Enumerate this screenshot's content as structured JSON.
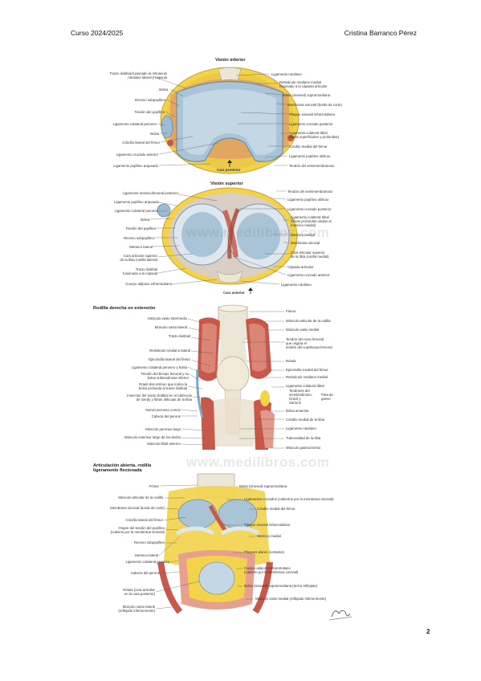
{
  "header": {
    "left": "Curso 2024/2025",
    "right": "Cristina Barranco Pérez"
  },
  "page_number": "2",
  "watermark": "www.medilibros.com",
  "fig1": {
    "title": "Visión inferior",
    "bottom_caption": "Cara posterior",
    "labels_left": [
      "Tracto iliotibial fusionado al retináculo\nrotuliano lateral y cápsula",
      "Bolsa",
      "Receso subpoplíteo",
      "Tendón del poplíteo",
      "Ligamento colateral peroneo",
      "Bolsa",
      "Cóndilo lateral del fémur",
      "Ligamento cruzado anterior",
      "Ligamento poplíteo arqueado"
    ],
    "labels_right": [
      "Ligamento rotuliano",
      "Retináculo rotuliano medial\nfusionado a la cápsula articular",
      "Bolsa (sinovial) suprarrotuliana",
      "Membrana sinovial (borde de corte)",
      "Pliegue sinovial infrarrotuliano",
      "Ligamento cruzado posterior",
      "Ligamento colateral tibial\n(fibras superficiales y profundas)",
      "Cóndilo medial del fémur",
      "Ligamento poplíteo oblicuo",
      "Tendón del semimembranoso"
    ]
  },
  "fig2": {
    "title": "Visión superior",
    "bottom_caption": "Cara anterior",
    "labels_left": [
      "Ligamento meniscofemoral posterior",
      "Ligamento poplíteo arqueado",
      "Ligamento colateral peroneo",
      "Bolsa",
      "Tendón del poplíteo",
      "Receso subpoplíteo",
      "Menisco lateral",
      "Cara articular superior\nde la tibia (carilla lateral)",
      "Tracto iliotibial\nfusionado a la cápsula",
      "Cuerpo adiposo infrarrotuliano"
    ],
    "labels_right": [
      "Tendón del semimembranoso",
      "Ligamento poplíteo oblicuo",
      "Ligamento cruzado posterior",
      "Ligamento colateral tibial\n(fibras profundas unidas al\nmenisco medial)",
      "Menisco medial",
      "Membrana sinovial",
      "Cara articular superior\nde la tibia (carilla medial)",
      "Cápsula articular",
      "Ligamento cruzado anterior",
      "Ligamento rotuliano"
    ]
  },
  "fig3": {
    "title": "Rodilla derecha en extensión",
    "labels_left": [
      "Músculo vasto intermedio",
      "Músculo vasto lateral",
      "Tracto iliotibial",
      "Retináculo rotuliano lateral",
      "Epicóndilo lateral del fémur",
      "Ligamento colateral peroneo y bolsa",
      "Tendón del bíceps femoral y su\nbolsa subtendinosa inferior",
      "Orado discontinuo que indica la\nbolsa profunda al tracto iliotibial",
      "Inserción del tracto iliotibial en el tubérculo\nde Gerdy y fibras oblicuas de la tibia",
      "Nervio peroneo común",
      "Cabeza del peroné",
      "Músculo peroneo largo",
      "Músculo extensor largo de los dedos",
      "Músculo tibial anterior"
    ],
    "labels_right": [
      "Fémur",
      "Músculo articular de la rodilla",
      "Músculo vasto medial",
      "Tendón del recto femoral\nque origina el\ntendón del cuádriceps femoral",
      "Rótula",
      "Epicóndilo medial del fémur",
      "Retináculo rotuliano medial",
      "Ligamento colateral tibial",
      "Tendones del\nsemitendinoso,\nGrácil y\nSartorio",
      "Pata de\nganso",
      "Bolsa anserina",
      "Cóndilo medial de la tibia",
      "Ligamento rotuliano",
      "Tuberosidad de la tibia",
      "Músculo gastrocnemio"
    ]
  },
  "fig4": {
    "title": "Articulación abierta, rodilla\nligeramente flexionada",
    "labels_left": [
      "Fémur",
      "Músculo articular de la rodilla",
      "Membrana sinovial (borde de corte)",
      "Cóndilo lateral del fémur",
      "Origen del tendón del poplíteo\n(cubierto por la membrana sinovial)",
      "Receso subpoplíteo",
      "Menisco lateral",
      "Ligamento colateral peroneo",
      "Cabeza del peroné",
      "Rótula (cara articular\nen la cara posterior)",
      "Músculo vasto lateral\n(reflejado inferiormente)"
    ],
    "labels_right": [
      "Bolsa (sinovial) suprarrotuliana",
      "Ligamentos cruzados (cubiertos por la membrana sinovial)",
      "Cóndilo medial del fémur",
      "Pliegue sinovial infrarrotuliano",
      "Menisco medial",
      "Pliegues alares (cortados)",
      "Cuerpo adiposo infrarrotuliano\n(cubierto por la membrana sinovial)",
      "Bolsa (sinovial) suprarrotuliana (techo reflejado)",
      "Músculo vasto medial (reflejado inferiormente)"
    ]
  },
  "colors": {
    "fat": "#f2d34a",
    "cartilage": "#a9c4d6",
    "muscle": "#c8584a",
    "muscle_light": "#e3998a",
    "tendon": "#ece6d6",
    "capsule": "#d9cfc4",
    "line": "#555555"
  }
}
